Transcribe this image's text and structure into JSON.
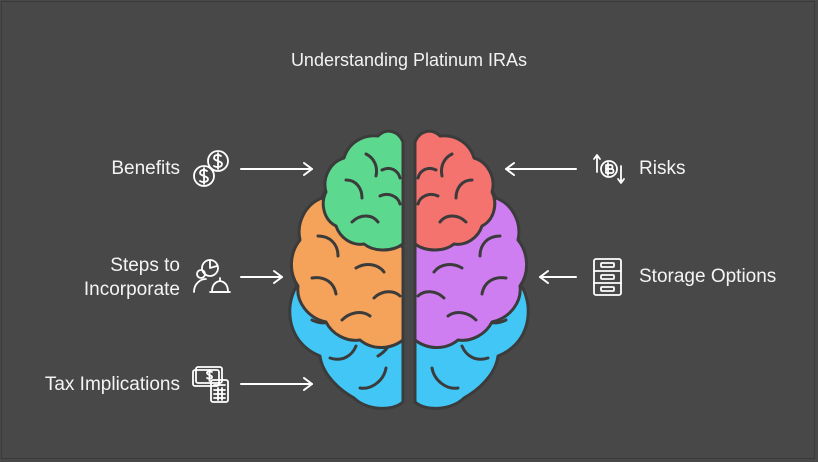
{
  "title": "Understanding Platinum IRAs",
  "left_items": [
    {
      "label": "Benefits",
      "icon": "dollar-coins-icon"
    },
    {
      "label_line1": "Steps to",
      "label_line2": "Incorporate",
      "icon": "user-chart-bell-icon"
    },
    {
      "label": "Tax Implications",
      "icon": "money-calculator-icon"
    }
  ],
  "right_items": [
    {
      "label": "Risks",
      "icon": "bitcoin-exchange-icon"
    },
    {
      "label": "Storage Options",
      "icon": "cabinet-drawers-icon"
    }
  ],
  "colors": {
    "background": "#484848",
    "green": "#5cd98f",
    "orange": "#f5a35a",
    "blue": "#41c6f5",
    "red": "#f4736e",
    "purple": "#cf7ef2",
    "fold_line": "#3b3b3b",
    "arrow": "#ffffff"
  }
}
